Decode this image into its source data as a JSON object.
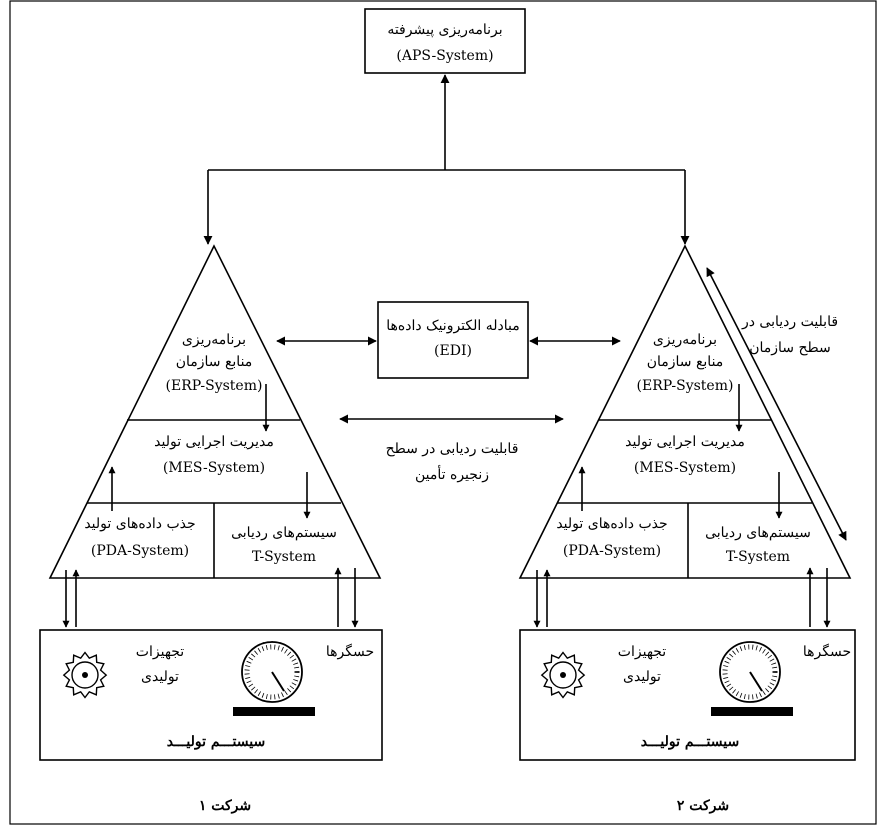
{
  "aps": {
    "line1": "برنامه‌ریزی پیشرفته",
    "line2": "(APS-System)"
  },
  "edi": {
    "line1": "مبادله الکترونیک داده‌ها",
    "line2": "(EDI)"
  },
  "supply_chain": {
    "line1": "قابلیت ردیابی در سطح",
    "line2": "زنجیره تأمین"
  },
  "org_level": {
    "line1": "قابلیت ردیابی در",
    "line2": "سطح سازمان"
  },
  "companies": [
    {
      "name": "شرکت ۱",
      "erp": {
        "line1": "برنامه‌ریزی",
        "line2": "منابع سازمان",
        "line3": "(ERP-System)"
      },
      "mes": {
        "line1": "مدیریت اجرایی تولید",
        "line2": "(MES-System)"
      },
      "pda": {
        "line1": "جذب داده‌های تولید",
        "line2": "(PDA-System)"
      },
      "tsys": {
        "line1": "سیستم‌های ردیابی",
        "line2": "T-System"
      },
      "equipment": {
        "line1": "تجهیزات",
        "line2": "تولیدی"
      },
      "sensors": "حسگرها",
      "production": "سیستـــم تولیـــد"
    },
    {
      "name": "شرکت ۲",
      "erp": {
        "line1": "برنامه‌ریزی",
        "line2": "منابع سازمان",
        "line3": "(ERP-System)"
      },
      "mes": {
        "line1": "مدیریت اجرایی تولید",
        "line2": "(MES-System)"
      },
      "pda": {
        "line1": "جذب داده‌های تولید",
        "line2": "(PDA-System)"
      },
      "tsys": {
        "line1": "سیستم‌های ردیابی",
        "line2": "T-System"
      },
      "equipment": {
        "line1": "تجهیزات",
        "line2": "تولیدی"
      },
      "sensors": "حسگرها",
      "production": "سیستـــم تولیـــد"
    }
  ]
}
